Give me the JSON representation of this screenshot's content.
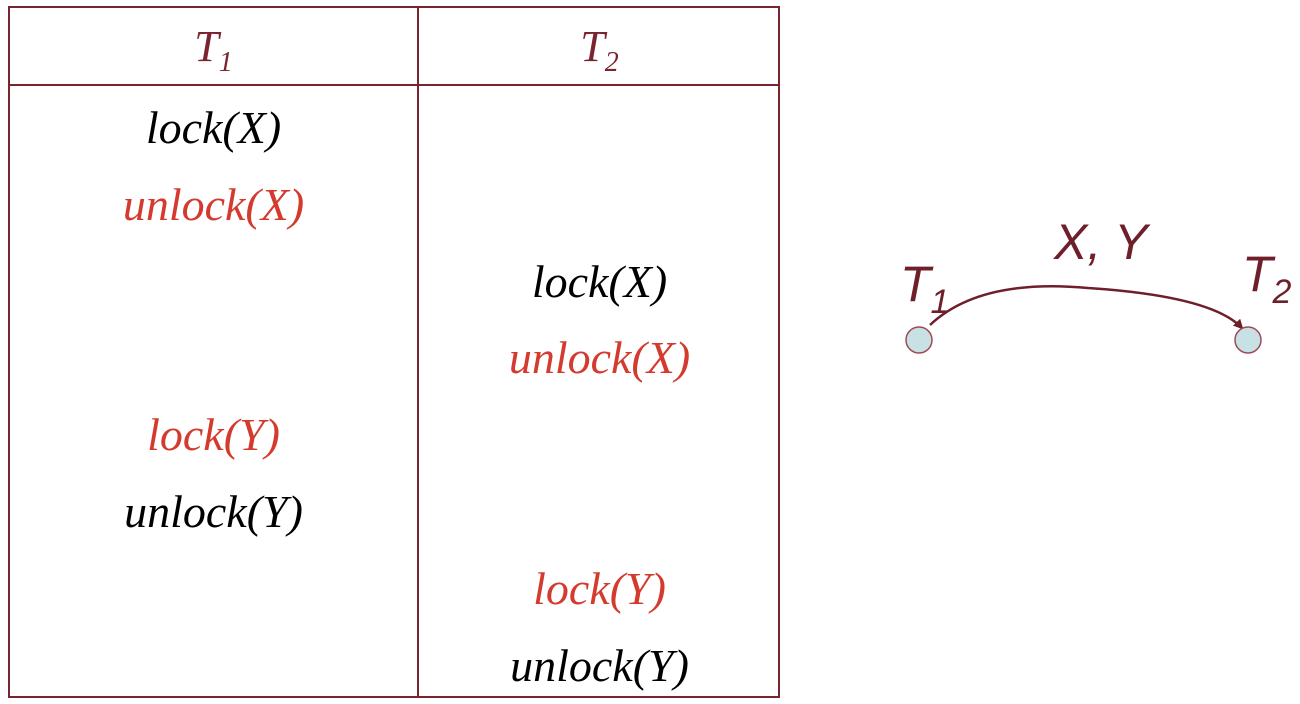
{
  "schedule": {
    "columns": [
      {
        "name": "T",
        "sub": "1"
      },
      {
        "name": "T",
        "sub": "2"
      }
    ],
    "operations": [
      {
        "col": 1,
        "text": "lock(X)",
        "color": "#000000"
      },
      {
        "col": 1,
        "text": "unlock(X)",
        "color": "#d43a2e"
      },
      {
        "col": 2,
        "text": "lock(X)",
        "color": "#000000"
      },
      {
        "col": 2,
        "text": "unlock(X)",
        "color": "#d43a2e"
      },
      {
        "col": 1,
        "text": "lock(Y)",
        "color": "#d43a2e"
      },
      {
        "col": 1,
        "text": "unlock(Y)",
        "color": "#000000"
      },
      {
        "col": 2,
        "text": "lock(Y)",
        "color": "#d43a2e"
      },
      {
        "col": 2,
        "text": "unlock(Y)",
        "color": "#000000"
      }
    ]
  },
  "precedence_graph": {
    "nodes": [
      {
        "name": "T",
        "sub": "1"
      },
      {
        "name": "T",
        "sub": "2"
      }
    ],
    "edge": {
      "from": "T1",
      "to": "T2",
      "label": "X, Y"
    }
  },
  "colors": {
    "border": "#7a2430",
    "conflict_red": "#d43a2e",
    "node_fill": "#c8e1e4",
    "label": "#6e1f2a"
  }
}
